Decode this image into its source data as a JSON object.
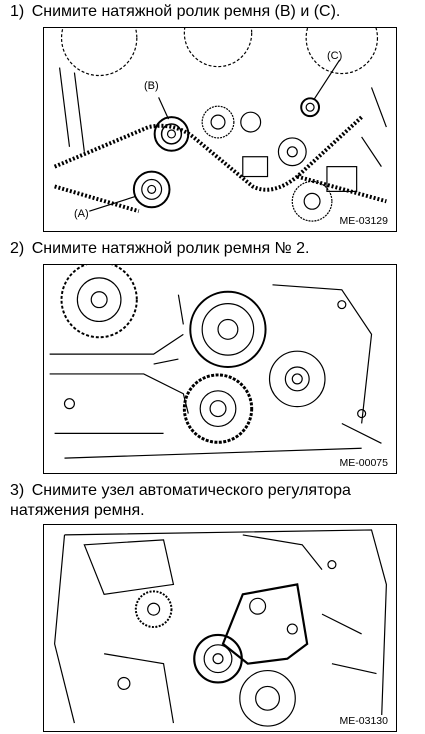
{
  "steps": [
    {
      "number": "1)",
      "text": "Снимите натяжной ролик ремня (B) и (C).",
      "figure_code": "ME-03129",
      "callouts": {
        "a": "(A)",
        "b": "(B)",
        "c": "(C)"
      }
    },
    {
      "number": "2)",
      "text": "Снимите натяжной ролик ремня № 2.",
      "figure_code": "ME-00075"
    },
    {
      "number": "3)",
      "text": "Снимите узел автоматического регулятора натяжения ремня.",
      "figure_code": "ME-03130"
    }
  ]
}
